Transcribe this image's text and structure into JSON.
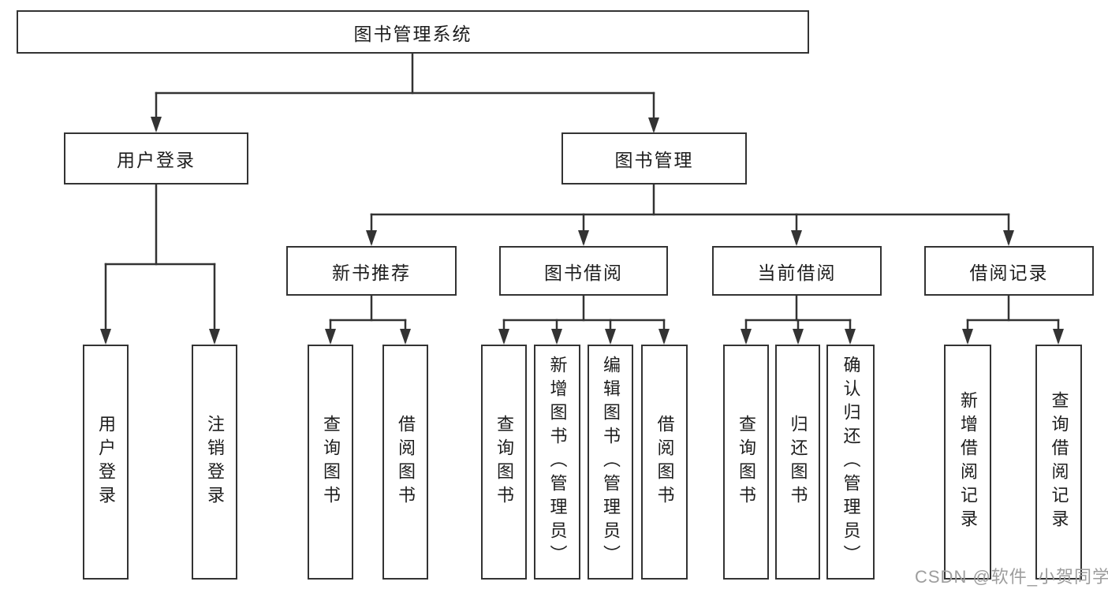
{
  "diagram": {
    "type": "tree",
    "root": {
      "label": "图书管理系统"
    },
    "modules": [
      {
        "label": "用户登录",
        "children": [
          {
            "label": "用户登录"
          },
          {
            "label": "注销登录"
          }
        ]
      },
      {
        "label": "图书管理",
        "children": [
          {
            "label": "新书推荐",
            "children": [
              {
                "label": "查询图书"
              },
              {
                "label": "借阅图书"
              }
            ]
          },
          {
            "label": "图书借阅",
            "children": [
              {
                "label": "查询图书"
              },
              {
                "label": "新增图书（管理员）"
              },
              {
                "label": "编辑图书（管理员）"
              },
              {
                "label": "借阅图书"
              }
            ]
          },
          {
            "label": "当前借阅",
            "children": [
              {
                "label": "查询图书"
              },
              {
                "label": "归还图书"
              },
              {
                "label": "确认归还（管理员）"
              }
            ]
          },
          {
            "label": "借阅记录",
            "children": [
              {
                "label": "新增借阅记录"
              },
              {
                "label": "查询借阅记录"
              }
            ]
          }
        ]
      }
    ]
  },
  "watermark": {
    "text": "CSDN @软件_小贺同学"
  },
  "colors": {
    "line": "#333333",
    "box_border": "#333333",
    "text": "#1d1d1d",
    "watermark": "#9d9d9d",
    "background": "#ffffff"
  }
}
